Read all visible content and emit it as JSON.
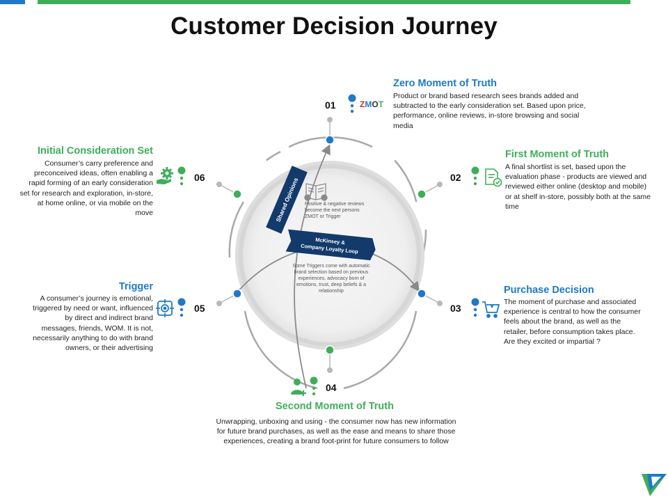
{
  "title": "Customer Decision Journey",
  "colors": {
    "blue": "#1f78c8",
    "green": "#3fae5a",
    "ribbon": "#123a6b",
    "grey": "#9a9a9a"
  },
  "stages": [
    {
      "num": "01",
      "title": "Zero Moment of Truth",
      "color": "blue",
      "icon": "zmot-logo-icon",
      "zmot_logo": "ZMOT",
      "desc": "Product or brand based research sees brands added and subtracted to the early consideration set. Based upon price, performance, online reviews, in-store browsing and social media"
    },
    {
      "num": "02",
      "title": "First Moment of Truth",
      "color": "green",
      "icon": "document-check-icon",
      "desc": "A final shortlist is set, based upon the evaluation phase - products are viewed and reviewed either online (desktop and mobile) or at shelf in-store, possibly both at the same time"
    },
    {
      "num": "03",
      "title": "Purchase Decision",
      "color": "blue",
      "icon": "shopping-cart-icon",
      "desc": "The moment of purchase and associated experience is central to how the consumer feels about the brand, as well as the retailer, before consumption takes place. Are they excited or impartial ?"
    },
    {
      "num": "04",
      "title": "Second Moment of Truth",
      "color": "green",
      "icon": "user-add-icon",
      "desc": "Unwrapping, unboxing and using - the consumer now has new information for future brand purchases, as well as the ease and means to share those experiences, creating a brand foot-print for future consumers to follow"
    },
    {
      "num": "05",
      "title": "Trigger",
      "color": "blue",
      "icon": "target-icon",
      "desc": "A consumer’s journey is emotional, triggered by need or want, influenced by direct and indirect brand messages, friends, WOM. It is not, necessarily anything to do with brand owners, or their advertising"
    },
    {
      "num": "06",
      "title": "Initial Consideration Set",
      "color": "green",
      "icon": "gear-hand-icon",
      "desc": "Consumer’s carry preference and preconceived ideas, often enabling a rapid forming of an early consideration set for research and exploration, in-store, at home online, or via mobile on the move"
    }
  ],
  "center": {
    "shared_opinions": "Shared Opinions",
    "loyalty_loop": [
      "McKinsey &",
      "Company Loyalty Loop"
    ],
    "reviews_text": "Positive & negative reviews become the next persons ZMOT or Trigger",
    "triggers_text": "Some Triggers come with automatic brand selection based on previous experiences, advocacy born of emotions, trust, deep beliefs & a relationship"
  }
}
